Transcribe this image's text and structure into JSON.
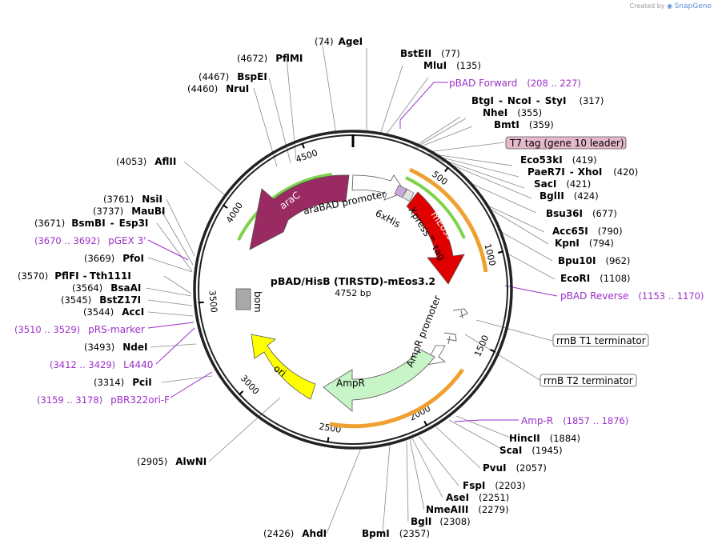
{
  "credit": {
    "prefix": "Created by",
    "brand": "SnapGene"
  },
  "plasmid": {
    "name": "pBAD/HisB (TIRSTD)-mEos3.2",
    "size_label": "4752 bp"
  },
  "colors": {
    "primer": "#9b30c8",
    "arac": "#9a2a62",
    "mEos": "#e00000",
    "ori": "#ffff00",
    "ampr": "#c8f5c8",
    "promoter_arrow": "#ffffff",
    "highlight_green": "#7ed24a",
    "highlight_orange": "#f0a030",
    "t7_box": "#e6b8cb",
    "bom": "#a9a9a9"
  },
  "ticks": [
    "500",
    "1000",
    "1500",
    "2000",
    "2500",
    "3000",
    "3500",
    "4000",
    "4500"
  ],
  "sites": [
    {
      "name": "AgeI",
      "pos": "(74)"
    },
    {
      "name": "BstEII",
      "pos": "(77)"
    },
    {
      "name": "MluI",
      "pos": "(135)"
    },
    {
      "name": "BtgI",
      "name2": "NcoI",
      "name3": "StyI",
      "pos": "(317)"
    },
    {
      "name": "NheI",
      "pos": "(355)"
    },
    {
      "name": "BmtI",
      "pos": "(359)"
    },
    {
      "name": "Eco53kI",
      "pos": "(419)"
    },
    {
      "name": "PaeR7I",
      "name2": "XhoI",
      "pos": "(420)"
    },
    {
      "name": "SacI",
      "pos": "(421)"
    },
    {
      "name": "BglII",
      "pos": "(424)"
    },
    {
      "name": "Bsu36I",
      "pos": "(677)"
    },
    {
      "name": "Acc65I",
      "pos": "(790)"
    },
    {
      "name": "KpnI",
      "pos": "(794)"
    },
    {
      "name": "Bpu10I",
      "pos": "(962)"
    },
    {
      "name": "EcoRI",
      "pos": "(1108)"
    },
    {
      "name": "HincII",
      "pos": "(1884)"
    },
    {
      "name": "ScaI",
      "pos": "(1945)"
    },
    {
      "name": "PvuI",
      "pos": "(2057)"
    },
    {
      "name": "FspI",
      "pos": "(2203)"
    },
    {
      "name": "AseI",
      "pos": "(2251)"
    },
    {
      "name": "NmeAIII",
      "pos": "(2279)"
    },
    {
      "name": "BglI",
      "pos": "(2308)"
    },
    {
      "name": "BpmI",
      "pos": "(2357)"
    },
    {
      "name": "AhdI",
      "pos": "(2426)"
    },
    {
      "name": "AlwNI",
      "pos": "(2905)"
    },
    {
      "name": "PciI",
      "pos": "(3314)"
    },
    {
      "name": "NdeI",
      "pos": "(3493)"
    },
    {
      "name": "AccI",
      "pos": "(3544)"
    },
    {
      "name": "BstZ17I",
      "pos": "(3545)"
    },
    {
      "name": "BsaAI",
      "pos": "(3564)"
    },
    {
      "name": "PflFI",
      "name2": "Tth111I",
      "pos": "(3570)"
    },
    {
      "name": "PfoI",
      "pos": "(3669)"
    },
    {
      "name": "BsmBI",
      "name2": "Esp3I",
      "pos": "(3671)"
    },
    {
      "name": "MauBI",
      "pos": "(3737)"
    },
    {
      "name": "NsiI",
      "pos": "(3761)"
    },
    {
      "name": "AflII",
      "pos": "(4053)"
    },
    {
      "name": "NruI",
      "pos": "(4460)"
    },
    {
      "name": "BspEI",
      "pos": "(4467)"
    },
    {
      "name": "PflMI",
      "pos": "(4672)"
    }
  ],
  "primers": [
    {
      "name": "pBAD Forward",
      "range": "(208 .. 227)"
    },
    {
      "name": "pBAD Reverse",
      "range": "(1153 .. 1170)"
    },
    {
      "name": "Amp-R",
      "range": "(1857 .. 1876)"
    },
    {
      "name": "pBR322ori-F",
      "range": "(3159 .. 3178)"
    },
    {
      "name": "L4440",
      "range": "(3412 .. 3429)"
    },
    {
      "name": "pRS-marker",
      "range": "(3510 .. 3529)"
    },
    {
      "name": "pGEX 3'",
      "range": "(3670 .. 3692)"
    }
  ],
  "boxed_features": {
    "t7": "T7 tag (gene 10 leader)",
    "rrnb1": "rrnB T1 terminator",
    "rrnb2": "rrnB T2 terminator"
  },
  "features": {
    "arac": "araC",
    "arabad": "araBAD promoter",
    "his": "6xHis",
    "xpress": "Xpress™ tag",
    "meos": "mEos3.2",
    "ampr_promoter": "AmpR promoter",
    "ampr": "AmpR",
    "ori": "ori",
    "bom": "bom"
  }
}
